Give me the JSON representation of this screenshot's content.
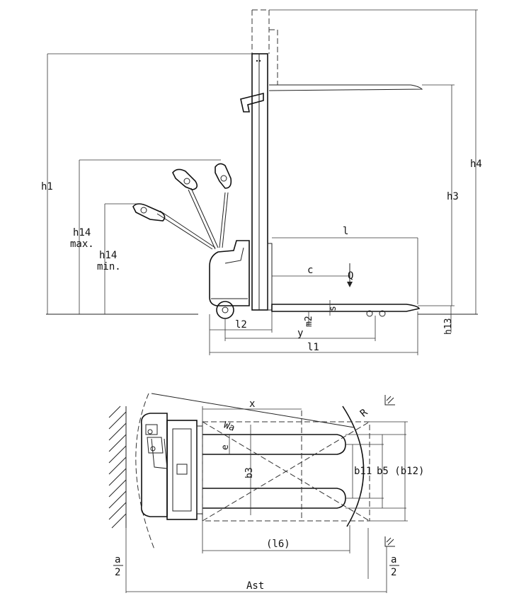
{
  "side_view": {
    "h1": "h1",
    "h14_max": "h14",
    "h14_max_sub": "max.",
    "h14_min": "h14",
    "h14_min_sub": "min.",
    "h3": "h3",
    "h4": "h4",
    "h13": "h13",
    "l": "l",
    "c": "c",
    "Q": "Q",
    "s": "s",
    "m2": "m2",
    "l2": "l2",
    "y": "y",
    "l1": "l1"
  },
  "top_view": {
    "x": "x",
    "R": "R",
    "Wa": "Wa",
    "e": "e",
    "b3": "b3",
    "b11": "b11",
    "b5_b12": "b5 (b12)",
    "l6": "(l6)",
    "a": "a",
    "two": "2",
    "Ast": "Ast"
  }
}
